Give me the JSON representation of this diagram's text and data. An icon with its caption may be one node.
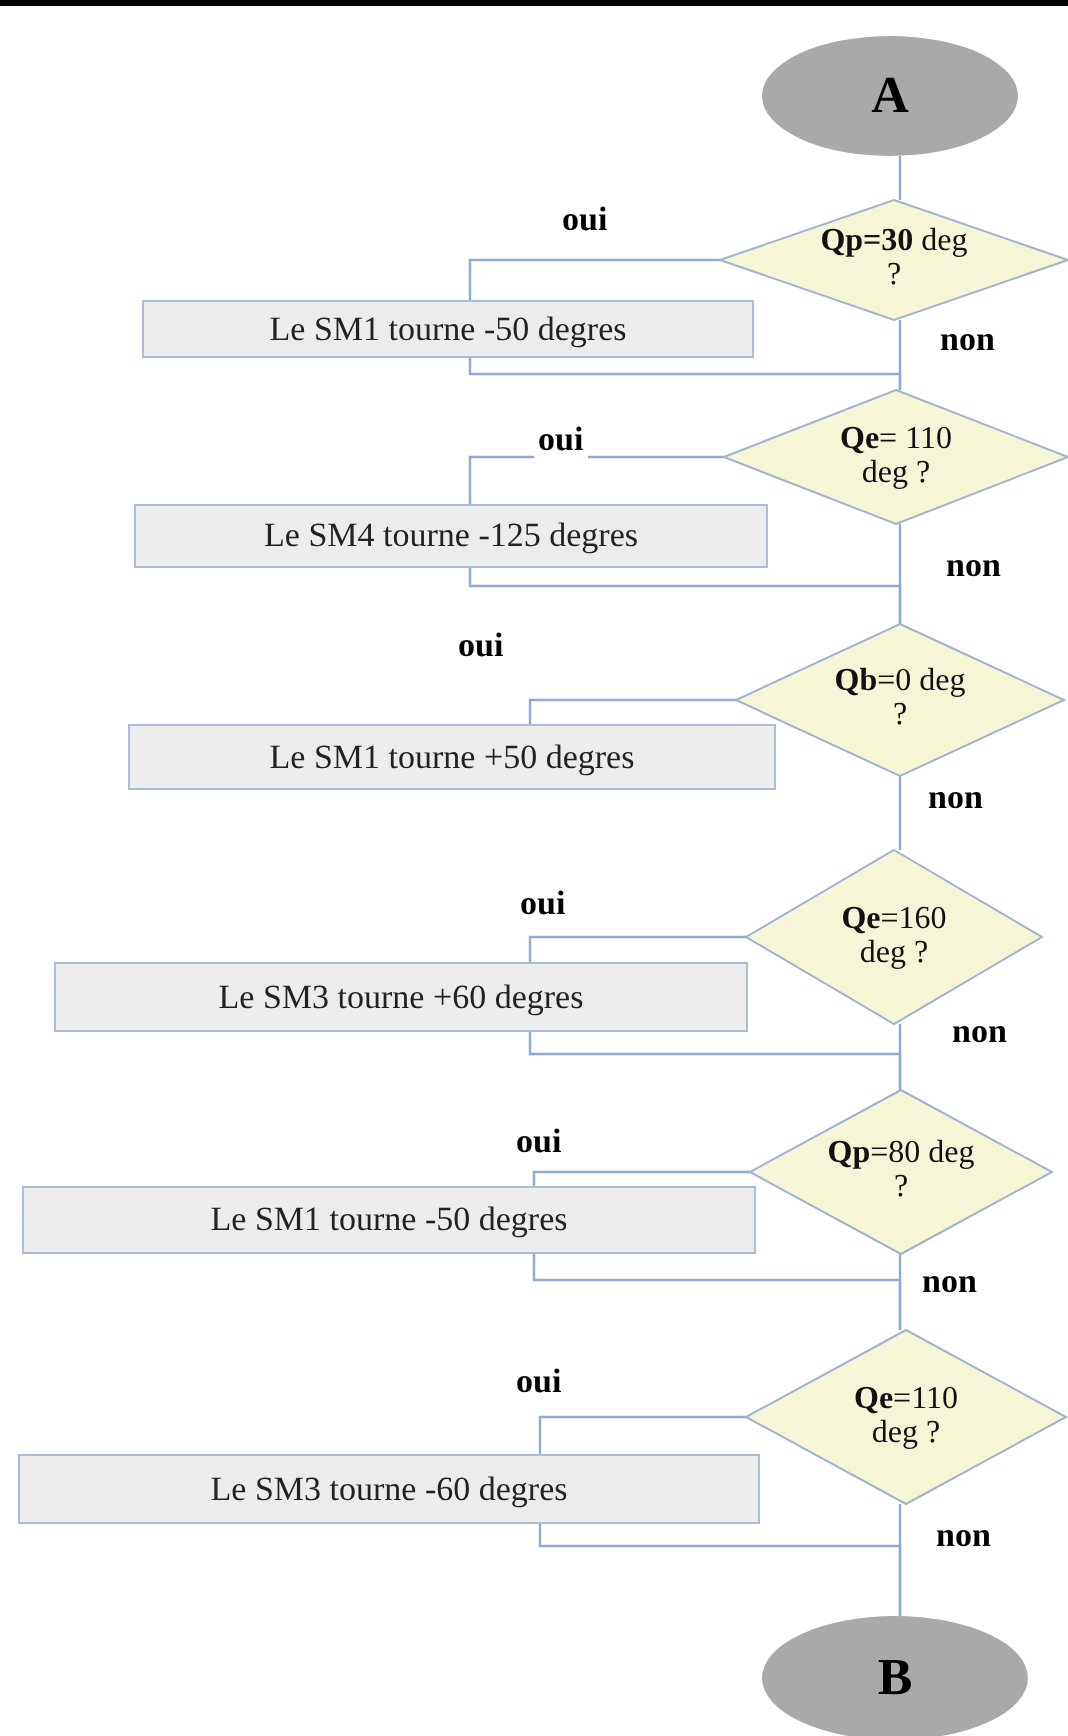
{
  "diagram": {
    "nodes": [
      {
        "text": [
          "A"
        ]
      },
      {
        "text": [
          "**Qp=30** deg ?"
        ]
      },
      {
        "text": [
          "Le SM1 tourne  -50 degres"
        ]
      },
      {
        "text": [
          "**Qe**= 110 deg ?"
        ]
      },
      {
        "text": [
          "Le SM4 tourne -125 degres"
        ]
      },
      {
        "text": [
          "**Qb**=0 deg ?"
        ]
      },
      {
        "text": [
          "Le SM1 tourne +50 degres"
        ]
      },
      {
        "text": [
          "**Qe**=160 deg ?"
        ]
      },
      {
        "text": [
          "Le SM3 tourne +60 degres"
        ]
      },
      {
        "text": [
          "**Qp**=80 deg ?"
        ]
      },
      {
        "text": [
          "Le SM1 tourne -50 degres"
        ]
      },
      {
        "text": [
          "**Qe**=110 deg ?"
        ]
      },
      {
        "text": [
          "Le SM3 tourne -60 degres"
        ]
      },
      {
        "text": [
          "B"
        ]
      }
    ],
    "edges": [
      {
        "from": 0,
        "to": 1,
        "arrow": "none"
      },
      {
        "from": 1,
        "to": 2,
        "arrow": "none",
        "label": "oui"
      },
      {
        "from": 1,
        "to": 3,
        "arrow": "none",
        "label": "non"
      },
      {
        "from": 2,
        "to": 3,
        "arrow": "none"
      },
      {
        "from": 3,
        "to": 4,
        "arrow": "none",
        "label": "oui"
      },
      {
        "from": 3,
        "to": 5,
        "arrow": "none",
        "label": "non"
      },
      {
        "from": 4,
        "to": 5,
        "arrow": "none"
      },
      {
        "from": 5,
        "to": 6,
        "arrow": "none",
        "label": "oui"
      },
      {
        "from": 5,
        "to": 7,
        "arrow": "none",
        "label": "non"
      },
      {
        "from": 7,
        "to": 8,
        "arrow": "none",
        "label": "oui"
      },
      {
        "from": 7,
        "to": 9,
        "arrow": "none",
        "label": "non"
      },
      {
        "from": 8,
        "to": 9,
        "arrow": "none"
      },
      {
        "from": 9,
        "to": 10,
        "arrow": "none",
        "label": "oui"
      },
      {
        "from": 9,
        "to": 11,
        "arrow": "none",
        "label": "non"
      },
      {
        "from": 10,
        "to": 11,
        "arrow": "none"
      },
      {
        "from": 11,
        "to": 12,
        "arrow": "none",
        "label": "oui"
      },
      {
        "from": 11,
        "to": 13,
        "arrow": "none",
        "label": "non"
      },
      {
        "from": 12,
        "to": 13,
        "arrow": "none"
      }
    ]
  }
}
